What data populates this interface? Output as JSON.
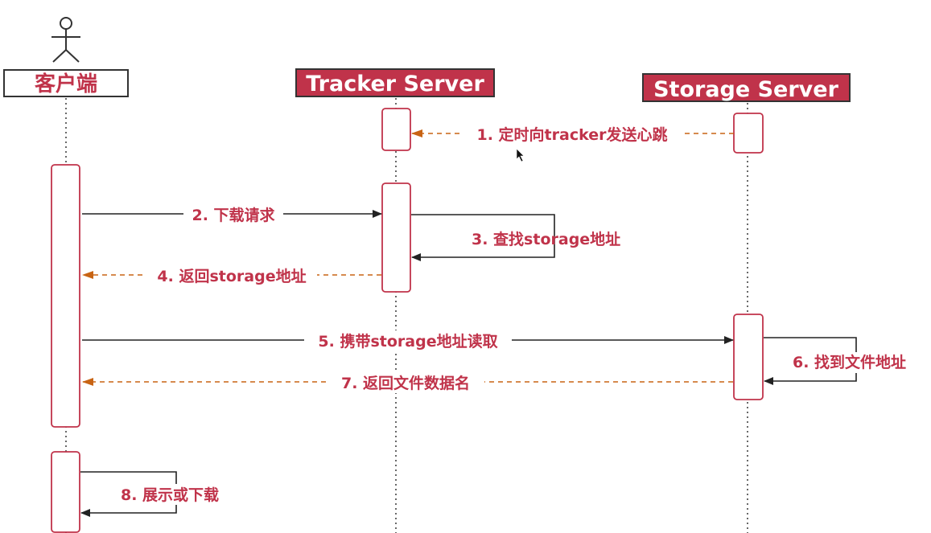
{
  "colors": {
    "accent": "#c0334a",
    "sync_arrow": "#222222",
    "return_arrow": "#c86414",
    "lifeline": "#444444",
    "label": "#c0334a"
  },
  "participants": [
    {
      "id": "client",
      "name": "客户端",
      "style": "outlined",
      "icon": "actor-stick-figure-icon"
    },
    {
      "id": "tracker",
      "name": "Tracker Server",
      "style": "filled"
    },
    {
      "id": "storage",
      "name": "Storage Server",
      "style": "filled"
    }
  ],
  "messages": [
    {
      "id": "m1",
      "label": "1. 定时向tracker发送心跳",
      "from": "storage",
      "to": "tracker",
      "kind": "return"
    },
    {
      "id": "m2",
      "label": "2. 下载请求",
      "from": "client",
      "to": "tracker",
      "kind": "sync"
    },
    {
      "id": "m3",
      "label": "3. 查找storage地址",
      "from": "tracker",
      "to": "tracker",
      "kind": "self"
    },
    {
      "id": "m4",
      "label": "4. 返回storage地址",
      "from": "tracker",
      "to": "client",
      "kind": "return"
    },
    {
      "id": "m5",
      "label": "5. 携带storage地址读取",
      "from": "client",
      "to": "storage",
      "kind": "sync"
    },
    {
      "id": "m6",
      "label": "6. 找到文件地址",
      "from": "storage",
      "to": "storage",
      "kind": "self"
    },
    {
      "id": "m7",
      "label": "7. 返回文件数据名",
      "from": "storage",
      "to": "client",
      "kind": "return"
    },
    {
      "id": "m8",
      "label": "8. 展示或下载",
      "from": "client",
      "to": "client",
      "kind": "self"
    }
  ]
}
